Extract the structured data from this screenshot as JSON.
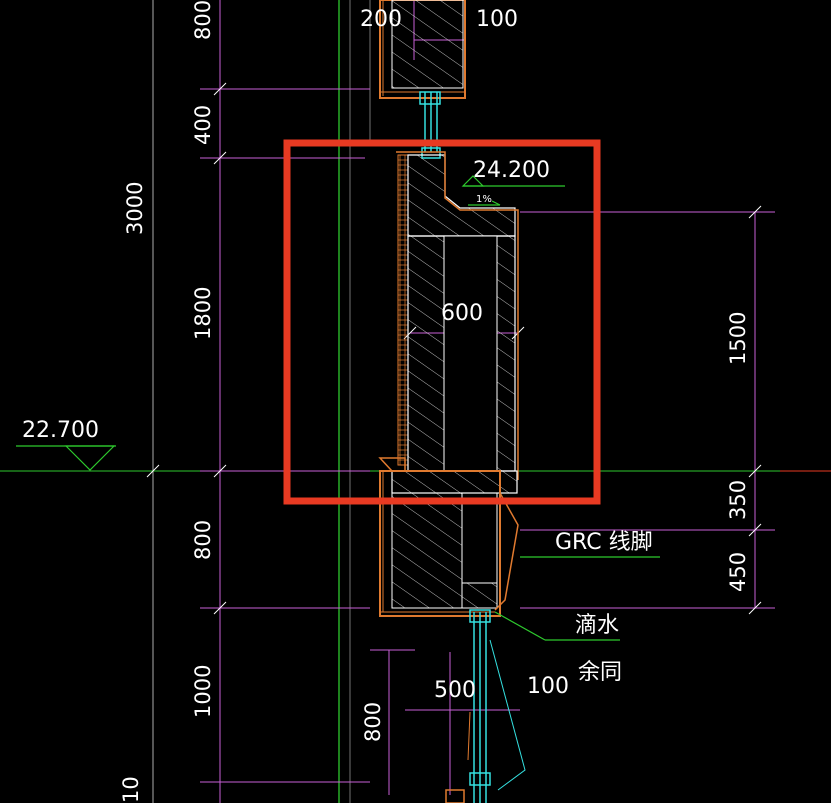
{
  "colors": {
    "background": "#000000",
    "dimension": "#c85fd6",
    "wall": "#e07a2f",
    "glass": "#34e0e0",
    "leader": "#2ec92e",
    "highlight": "#e83a22",
    "text": "#ffffff"
  },
  "elevations": {
    "level_left": "22.700",
    "level_top": "24.200",
    "slope": "1%"
  },
  "dims_left": {
    "d800_top": "800",
    "d400": "400",
    "d3000": "3000",
    "d1800": "1800",
    "d800_mid": "800",
    "d1000": "1000",
    "d800_low": "800",
    "d10_bottom": "10"
  },
  "dims_right": {
    "d1500": "1500",
    "d350": "350",
    "d450": "450"
  },
  "dims_top": {
    "d200": "200",
    "d100": "100"
  },
  "dims_section": {
    "d600": "600",
    "d500": "500",
    "d100b": "100"
  },
  "labels": {
    "grc": "GRC 线脚",
    "drip": "滴水",
    "same": "余同"
  },
  "highlight_box": "selection-rectangle"
}
